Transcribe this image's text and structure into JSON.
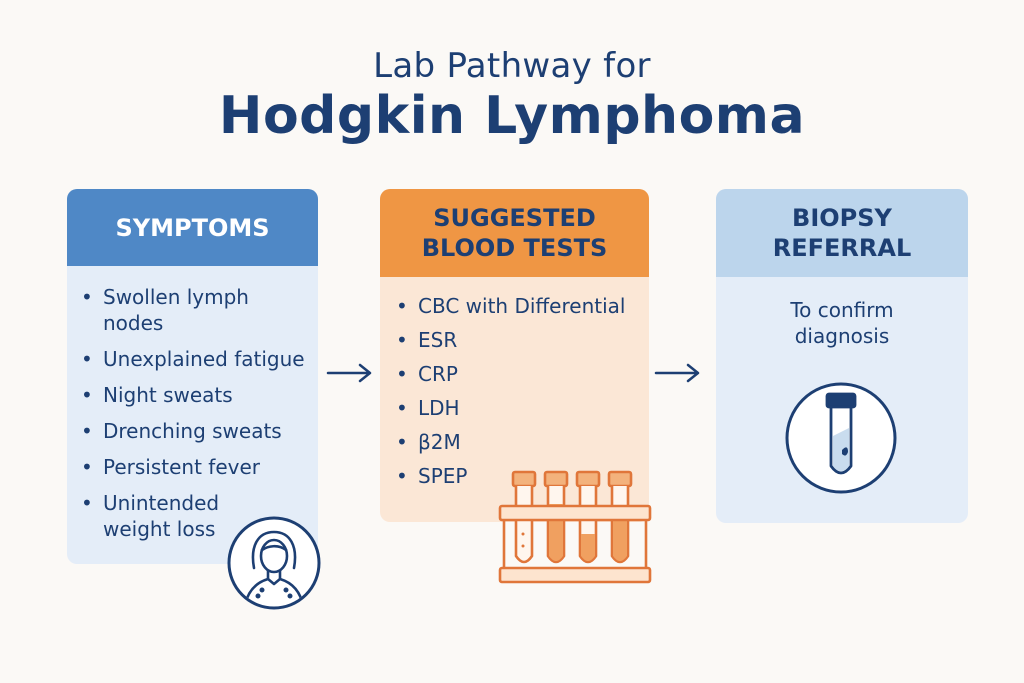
{
  "title": {
    "line1": "Lab Pathway for",
    "line2": "Hodgkin Lymphoma"
  },
  "symptoms": {
    "heading": "SYMPTOMS",
    "items": [
      "Swollen lymph nodes",
      "Unexplained fatigue",
      "Night sweats",
      "Drenching sweats",
      "Persistent fever",
      "Unintended weight loss"
    ]
  },
  "blood_tests": {
    "heading_line1": "SUGGESTED",
    "heading_line2": "BLOOD TESTS",
    "items": [
      "CBC with Differential",
      "ESR",
      "CRP",
      "LDH",
      "β2M",
      "SPEP"
    ]
  },
  "biopsy": {
    "heading_line1": "BIOPSY",
    "heading_line2": "REFERRAL",
    "text_line1": "To confirm",
    "text_line2": "diagnosis"
  },
  "icons": {
    "patient": "woman-patient-icon",
    "tubes": "test-tube-rack-icon",
    "biopsy": "specimen-tube-icon",
    "arrow": "right-arrow-icon"
  },
  "colors": {
    "navy": "#1d3f73",
    "blue_header": "#4f88c6",
    "orange_header": "#ef9644",
    "light_blue_header": "#bcd5ec",
    "card_blue": "#e4edf8",
    "card_orange": "#fbe7d6"
  }
}
